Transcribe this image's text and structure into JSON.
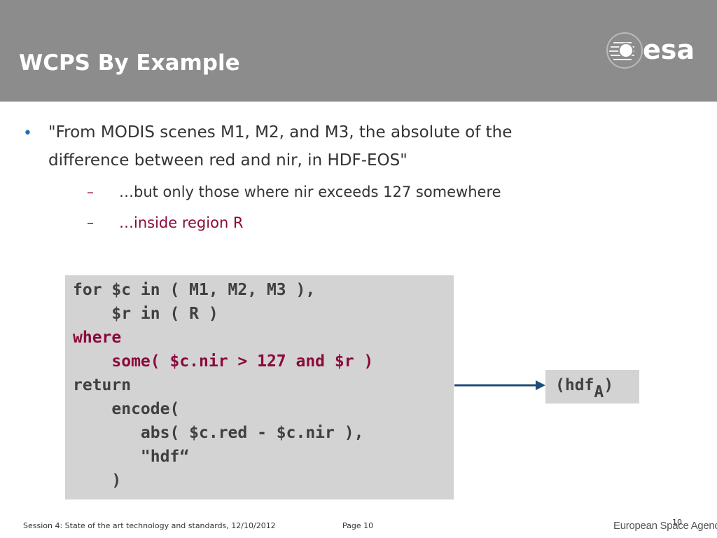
{
  "header": {
    "title": "WCPS By Example",
    "logo_text": "esa"
  },
  "body": {
    "bullet1_line1": "\"From MODIS scenes M1, M2, and M3, the absolute of the",
    "bullet1_line2": "difference between red and nir, in HDF-EOS\"",
    "dash": "–",
    "sub1": "…but only those where nir exceeds 127 somewhere",
    "sub2": "…inside region R"
  },
  "code": {
    "lines": [
      "for $c in ( M1, M2, M3 ),",
      "    $r in ( R )",
      "where",
      "    some( $c.nir > 127 and $r )",
      "return",
      "    encode(",
      "       abs( $c.red - $c.nir ),",
      "       \"hdf“",
      "    )"
    ]
  },
  "result": {
    "prefix": "(hdf",
    "subscript": "A",
    "suffix": ")"
  },
  "footer": {
    "session": "Session 4: State of the art technology and standards, 12/10/2012",
    "page": "Page 10",
    "slide_number": "10",
    "agency": "European Space Agency"
  },
  "colors": {
    "header_bg": "#8c8c8c",
    "accent_red": "#8b0a3c",
    "bullet_blue": "#1f6fb0",
    "arrow_blue": "#1f4e79",
    "code_bg": "#d3d3d3"
  },
  "icons": {
    "logo": "esa-logo-icon"
  }
}
